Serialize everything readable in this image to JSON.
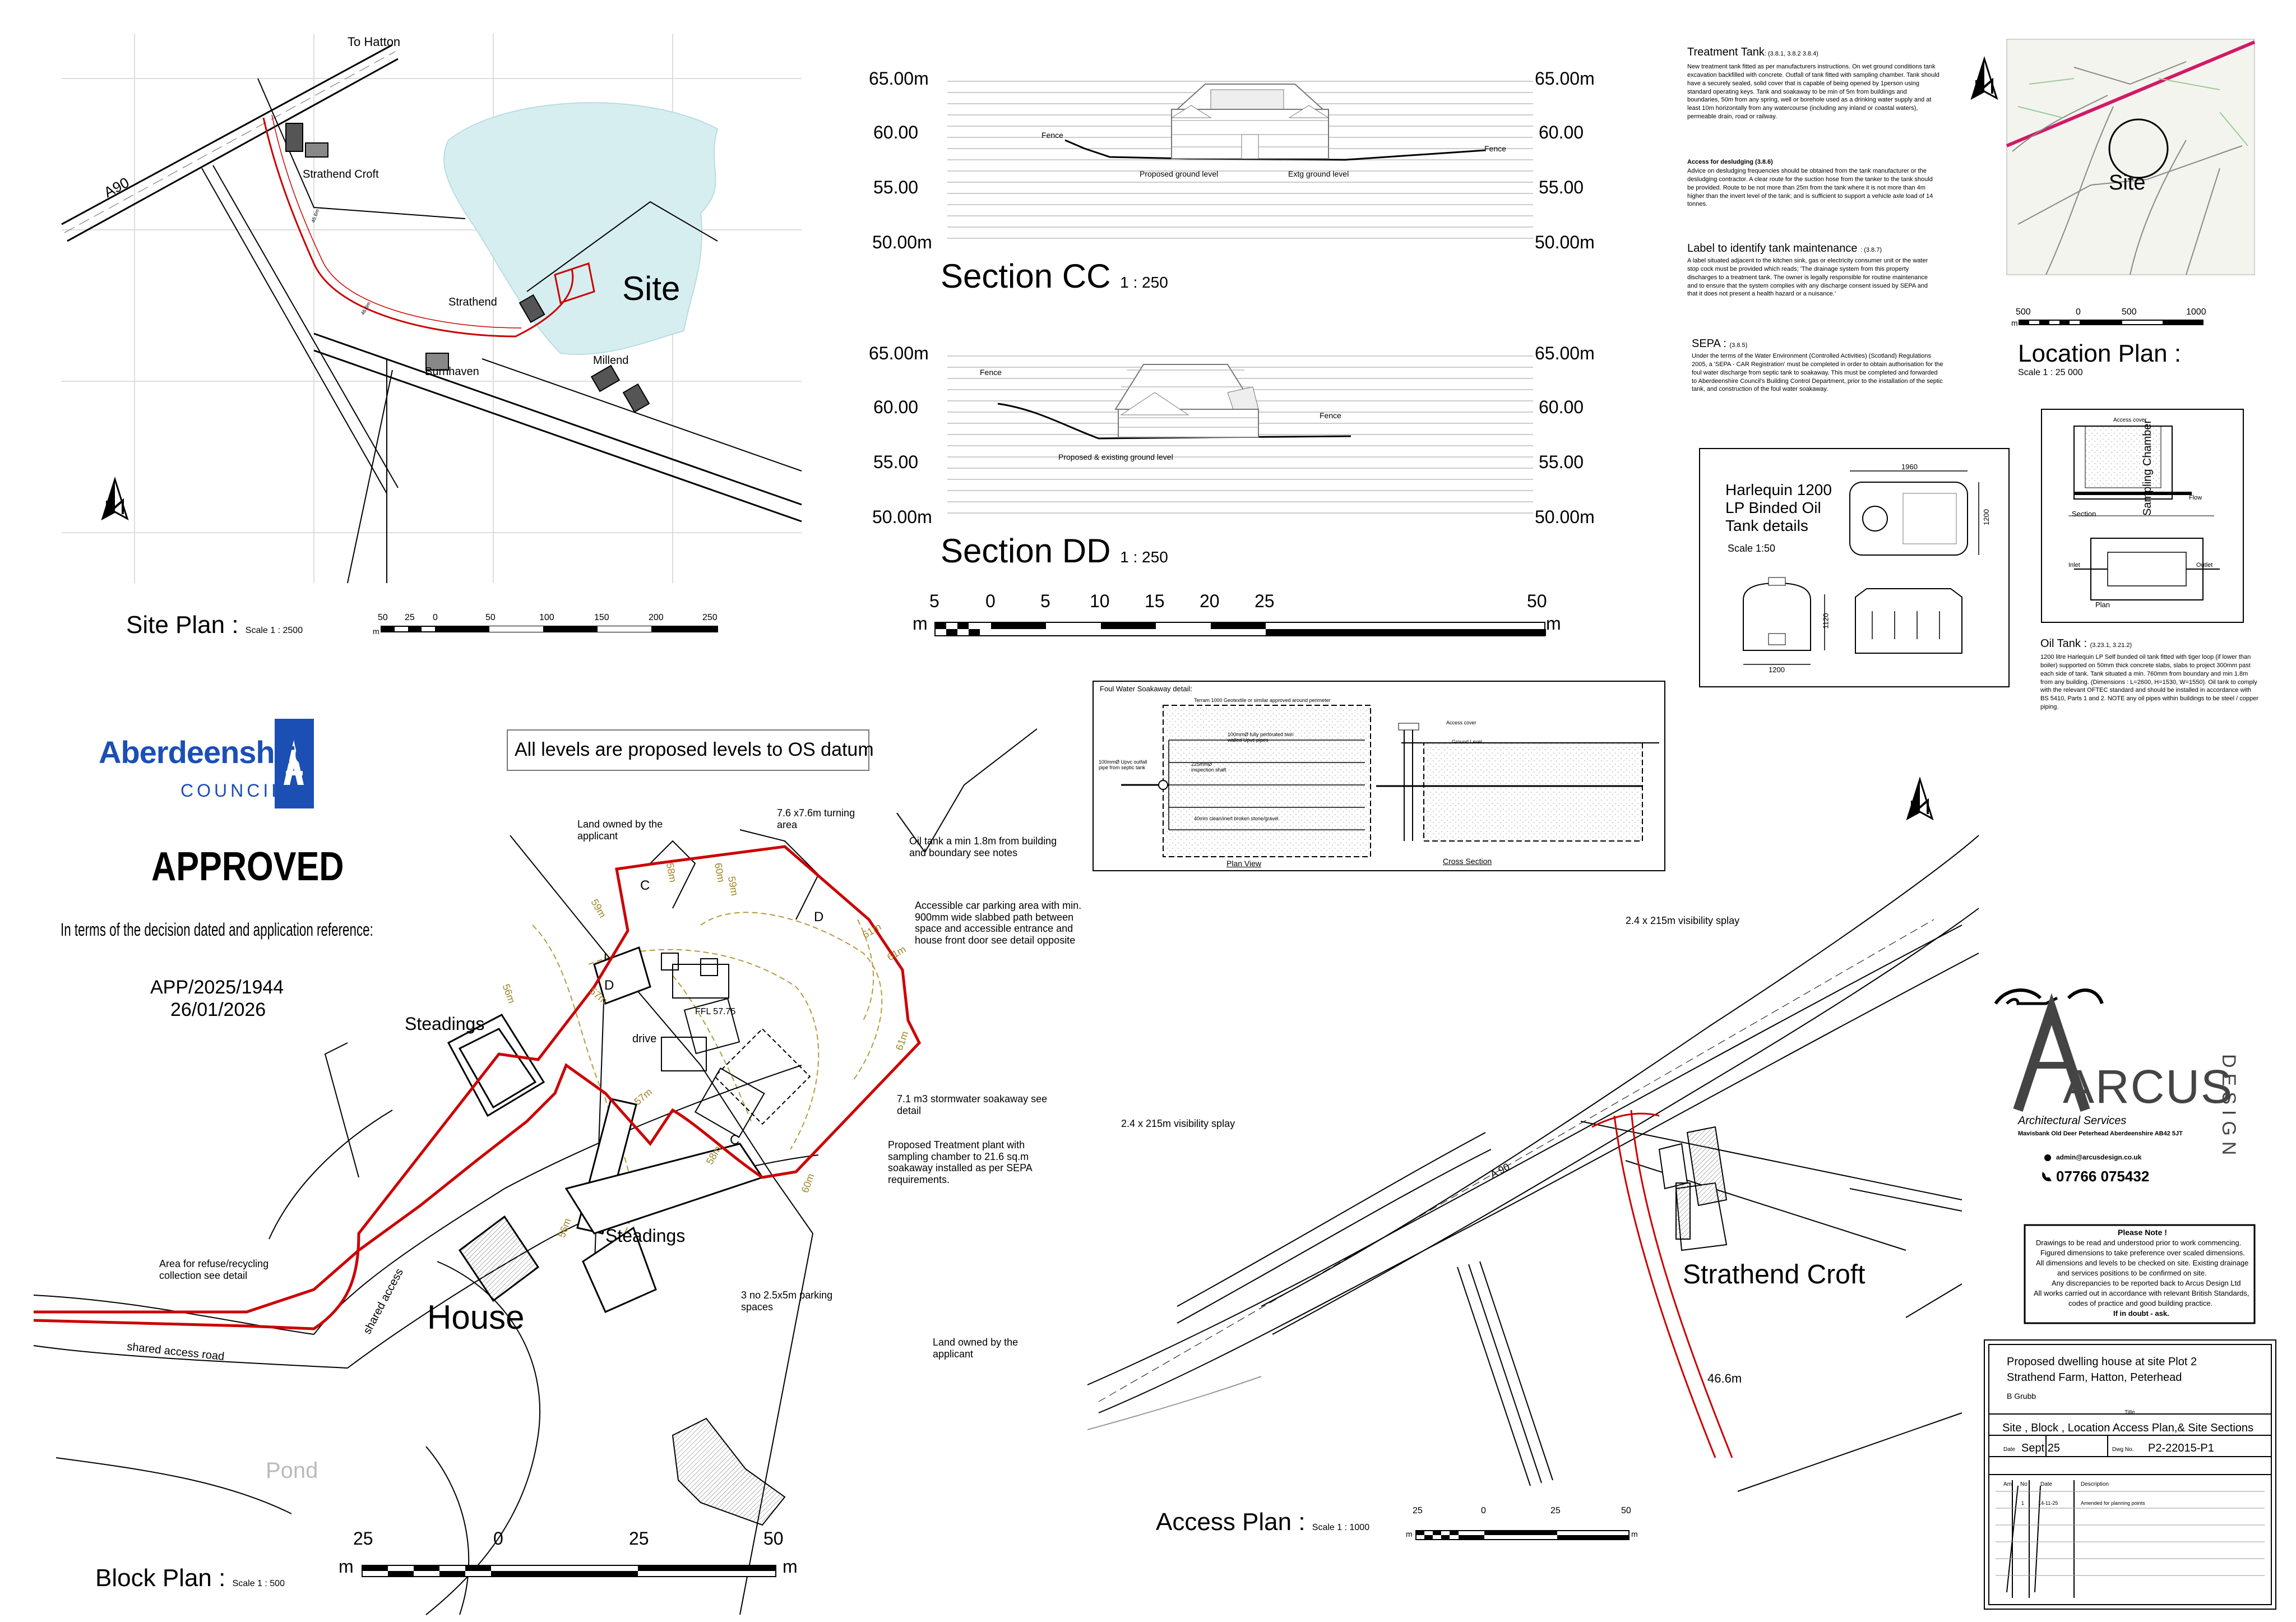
{
  "site_plan": {
    "title": "Site Plan :",
    "scale": "Scale 1 : 2500",
    "labels": {
      "to_hatton": "To Hatton",
      "a90": "A90",
      "strathend_croft": "Strathend Croft",
      "site": "Site",
      "strathend": "Strathend",
      "millend": "Millend",
      "burnhaven": "Burnhaven",
      "dist1": "45.6m",
      "dist2": "46.6m"
    },
    "scalebar": [
      "50",
      "25",
      "0",
      "50",
      "100",
      "150",
      "200",
      "250"
    ],
    "unit": "m"
  },
  "section_cc": {
    "title": "Section  CC",
    "scale": "1 : 250",
    "levels_left": [
      "65.00m",
      "60.00",
      "55.00",
      "50.00m"
    ],
    "levels_right": [
      "65.00m",
      "60.00",
      "55.00",
      "50.00m"
    ],
    "labels": {
      "fence_left": "Fence",
      "fence_right": "Fence",
      "proposed": "Proposed ground level",
      "existing": "Extg ground level"
    }
  },
  "section_dd": {
    "title": "Section  DD",
    "scale": "1 : 250",
    "levels_left": [
      "65.00m",
      "60.00",
      "55.00",
      "50.00m"
    ],
    "levels_right": [
      "65.00m",
      "60.00",
      "55.00",
      "50.00m"
    ],
    "labels": {
      "fence_left": "Fence",
      "fence_right": "Fence",
      "proposed": "Proposed & existing ground level"
    }
  },
  "section_scalebar": {
    "ticks": [
      "5",
      "0",
      "5",
      "10",
      "15",
      "20",
      "25",
      "50"
    ],
    "unit": "m"
  },
  "notes": {
    "treatment_title": "Treatment Tank",
    "treatment_ref": ": (3.8.1, 3.8.2 3.8.4)",
    "treatment_body": "New treatment tank fitted as per manufacturers instructions. On wet ground conditions tank excavation backfilled with concrete. Outfall of tank fitted with sampling chamber. Tank should have a securely sealed, solid cover that is capable of being opened by 1person using standard operating keys. Tank and soakaway to be min of 5m from buildings and boundaries, 50m from any spring, well or borehole used as a drinking water supply and at least 10m horizontally from any watercourse (including any inland or coastal waters), permeable drain, road or railway.",
    "desludging_title": "Access for desludging (3.8.6)",
    "desludging_body": "Advice on desludging frequencies should be obtained from the tank manufacturer or the desludging contractor. A clear route for the suction hose from the tanker to the tank should be provided. Route to be not more than 25m from the tank where it is not more than 4m higher than the invert level of the tank; and is sufficient to support a vehicle axle load of 14 tonnes.",
    "label_title": "Label to identify tank maintenance",
    "label_ref": ": (3.8.7)",
    "label_body": "A label situated adjacent to the kitchen sink, gas or electricity consumer unit or the water stop cock must be provided which reads; 'The drainage system from this property discharges to a treatment tank. The owner is legally responsible for routine maintenance and to ensure that the system complies with any discharge consent issued by SEPA and that it does not present a health hazard or a nuisance.'",
    "sepa_title": "SEPA :",
    "sepa_ref": "(3.8.5)",
    "sepa_body": "Under the terms of the Water Environment (Controlled Activities) (Scotland) Regulations 2005, a 'SEPA - CAR Registration' must be completed in order to obtain authorisation for the foul water discharge from septic tank to soakaway. This must be completed and forwarded to Aberdeenshire Council's Building Control Department, prior to the installation of the septic tank, and construction of the foul water soakaway."
  },
  "location_plan": {
    "title": "Location Plan :",
    "scale": "Scale 1 : 25 000",
    "site_label": "Site",
    "scalebar": [
      "500",
      "0",
      "500",
      "1000"
    ],
    "unit": "m"
  },
  "oil_tank_detail": {
    "title": "Harlequin 1200 LP Binded Oil Tank details",
    "scale": "Scale 1:50",
    "dims": [
      "1960",
      "1200",
      "1120",
      "1200"
    ]
  },
  "sampling_chamber": {
    "title": "Sampling Chamber",
    "section": "Section",
    "plan": "Plan",
    "outlet": "Outlet",
    "inlet": "Inlet",
    "flow": "Flow",
    "access": "Access cover"
  },
  "oil_tank_note": {
    "title": "Oil Tank :",
    "ref": "(3.23.1, 3.21.2)",
    "body": "1200 litre  Harlequin LP Self bunded oil tank fitted with tiger loop (if lower than boiler)  supported on 50mm thick concrete slabs, slabs to project 300mm past each side of tank. Tank situated a min. 760mm from boundary and min 1.8m from any building. (Dimensions : L=2600, H=1530, W=1550). Oil tank to comply with the relevant OFTEC standard and should be installed in accordance with BS 5410, Parts 1 and 2. NOTE any oil pipes within buildings to be steel / copper piping."
  },
  "soakaway": {
    "title": "Foul Water Soakaway detail:",
    "plan_view": "Plan View",
    "cross_section": "Cross Section",
    "notes": [
      "Terram 1000 Geotextile or similar approved around perimeter",
      "100mmØ fully perforated twin walled Upvc pipes",
      "225mmØ inspection shaft",
      "100mmØ Upvc outfall pipe from septic tank",
      "40mm clean/inert broken stone/gravel",
      "Access cover",
      "Ground Level"
    ]
  },
  "council": {
    "name": "Aberdeenshire",
    "sub": "COUNCIL",
    "status": "APPROVED",
    "decision": "In terms of the decision dated and application reference:",
    "reference": "APP/2025/1944",
    "date": "26/01/2026"
  },
  "levels_note": "All levels are proposed levels to OS datum",
  "block_plan": {
    "title": "Block Plan :",
    "scale": "Scale 1 : 500",
    "labels": {
      "land_top": "Land owned by the applicant",
      "turning": "7.6 x7.6m turning area",
      "oiltank": "Oil tank a min 1.8m from building and boundary see notes",
      "parking": "Accessible car parking area with min. 900mm wide slabbed path between space and accessible entrance and house front door see detail opposite",
      "steadings1": "Steadings",
      "steadings2": "Steadings",
      "house": "House",
      "drive": "drive",
      "ffl": "FFL 57.75",
      "soakaway": "7.1 m3 stormwater soakaway see detail",
      "treatment": "Proposed Treatment plant with sampling chamber to 21.6 sq.m soakaway installed as per SEPA requirements.",
      "spaces": "3 no 2.5x5m parking spaces",
      "refuse": "Area for refuse/recycling collection see detail",
      "land_bottom": "Land owned by the applicant",
      "shared_road": "shared access road",
      "shared": "shared access",
      "pond": "Pond",
      "c1": "C",
      "c2": "C",
      "d1": "D",
      "d2": "D",
      "c58": "58m",
      "c59": "59m",
      "c60": "60m",
      "c61a": "61m",
      "c61b": "61m",
      "c61c": "61m",
      "c57a": "57m",
      "c57b": "57m",
      "c56a": "56m",
      "c56b": "56m",
      "c58b": "58m",
      "c60b": "60m",
      "c59b": "59m"
    },
    "scalebar": [
      "25",
      "0",
      "25",
      "50"
    ],
    "unit": "m"
  },
  "access_plan": {
    "title": "Access Plan :",
    "scale": "Scale 1 : 1000",
    "labels": {
      "splay1": "2.4 x 215m visibility splay",
      "splay2": "2.4 x 215m visibility splay",
      "a90": "A 90",
      "croft": "Strathend Croft",
      "dist": "46.6m"
    },
    "scalebar": [
      "25",
      "0",
      "25",
      "50"
    ],
    "unit": "m"
  },
  "arcus": {
    "logo": "ARCUS",
    "design": "DESIGN",
    "sub": "Architectural Services",
    "address": "Mavisbank  Old Deer  Peterhead Aberdeenshire AB42 5JT",
    "email": "admin@arcusdesign.co.uk",
    "phone": "07766 075432"
  },
  "please_note": {
    "title": "Please Note !",
    "lines": [
      "Drawings to be read and understood prior to work commencing.",
      "Figured dimensions to take preference over scaled dimensions.",
      "All dimensions and levels to be checked on site. Existing drainage",
      "and services positions to be confirmed on site.",
      "Any discrepancies to be reported back to Arcus Design Ltd",
      "All works carried out in accordance with relevant British Standards,",
      "codes of practice and good building practice.",
      "If in doubt - ask."
    ]
  },
  "title_block": {
    "project1": "Proposed  dwelling house at site Plot 2",
    "project2": "Strathend Farm, Hatton, Peterhead",
    "client": "B Grubb",
    "title_label": "Title",
    "title": "Site , Block , Location  Access Plan,& Site Sections",
    "date_label": "Date",
    "date": "Sept 25",
    "dwg_label": "Dwg No.",
    "dwg": "P2-22015-P1",
    "am_label": "Am",
    "no_label": "No",
    "date_col": "Date",
    "desc_label": "Description",
    "row_no": "1",
    "row_date": "14-11-25",
    "row_desc": "Amended for planning points"
  },
  "north_label": "N"
}
